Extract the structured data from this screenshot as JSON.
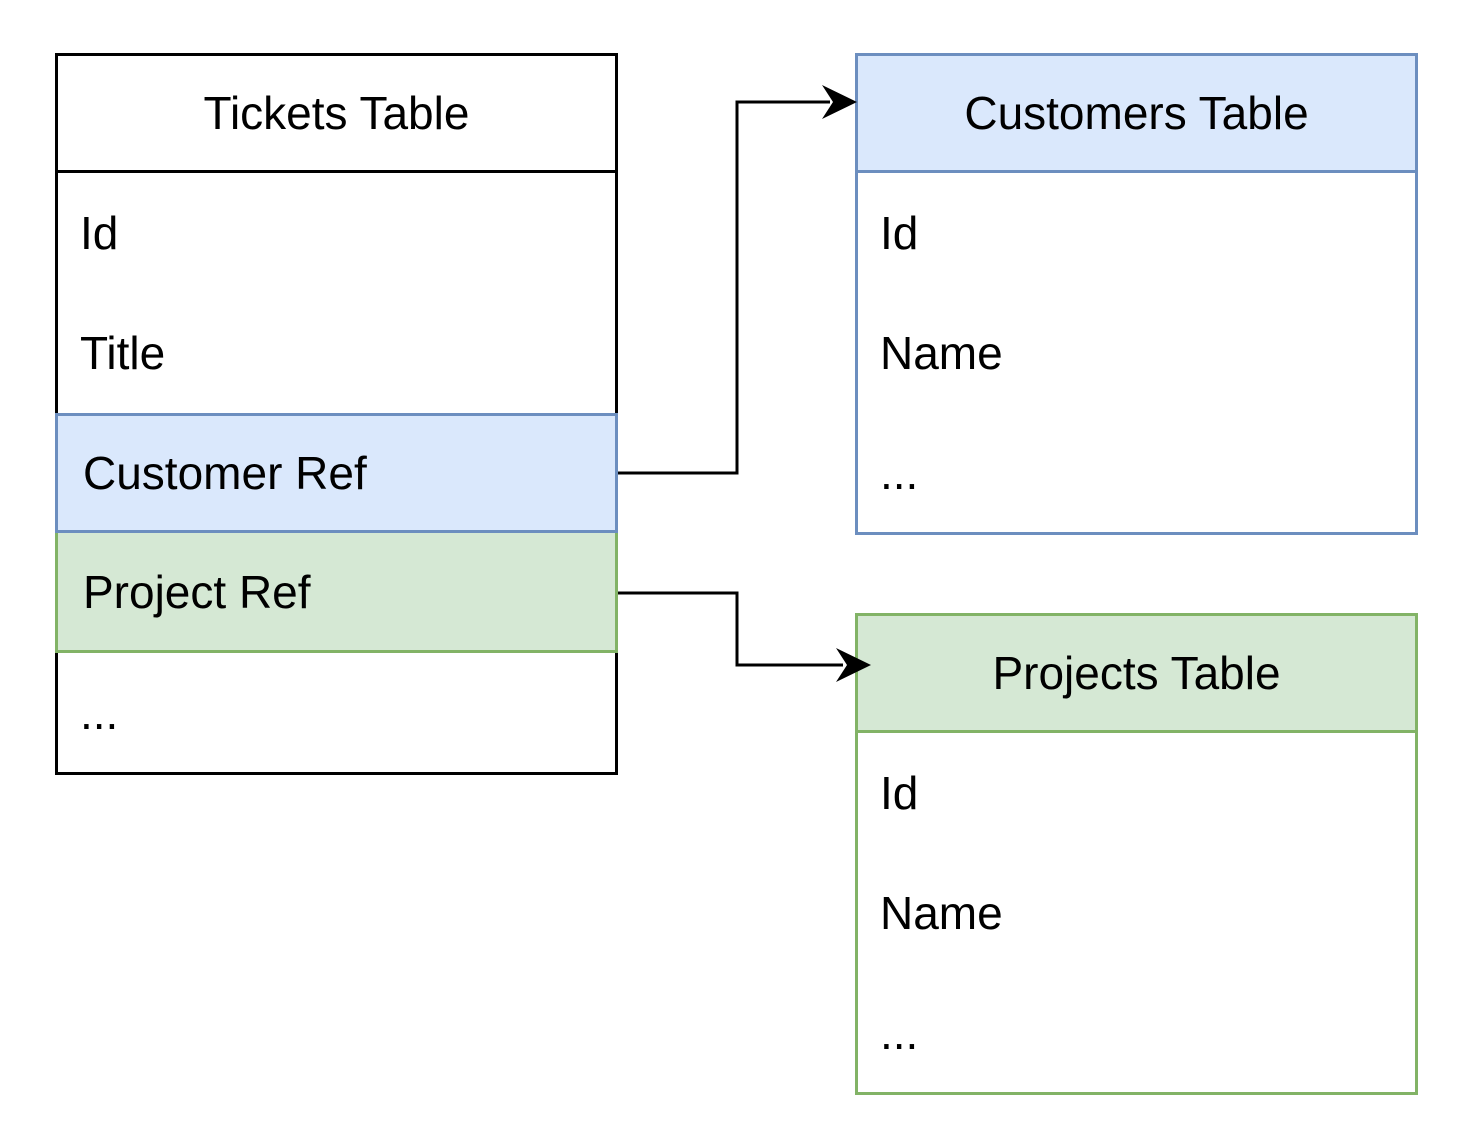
{
  "colors": {
    "default_border": "#000000",
    "customer_fill": "#DAE8FC",
    "customer_border": "#6C8EBF",
    "project_fill": "#D5E8D4",
    "project_border": "#82B366",
    "connector": "#000000"
  },
  "tickets_table": {
    "title": "Tickets Table",
    "fields": [
      {
        "label": "Id"
      },
      {
        "label": "Title"
      },
      {
        "label": "Customer Ref",
        "highlight": "customer"
      },
      {
        "label": "Project Ref",
        "highlight": "project"
      },
      {
        "label": "..."
      }
    ]
  },
  "customers_table": {
    "title": "Customers Table",
    "fields": [
      {
        "label": "Id"
      },
      {
        "label": "Name"
      },
      {
        "label": "..."
      }
    ]
  },
  "projects_table": {
    "title": "Projects Table",
    "fields": [
      {
        "label": "Id"
      },
      {
        "label": "Name"
      },
      {
        "label": "..."
      }
    ]
  },
  "connectors": [
    {
      "from": "Customer Ref",
      "to": "Customers Table"
    },
    {
      "from": "Project Ref",
      "to": "Projects Table"
    }
  ]
}
